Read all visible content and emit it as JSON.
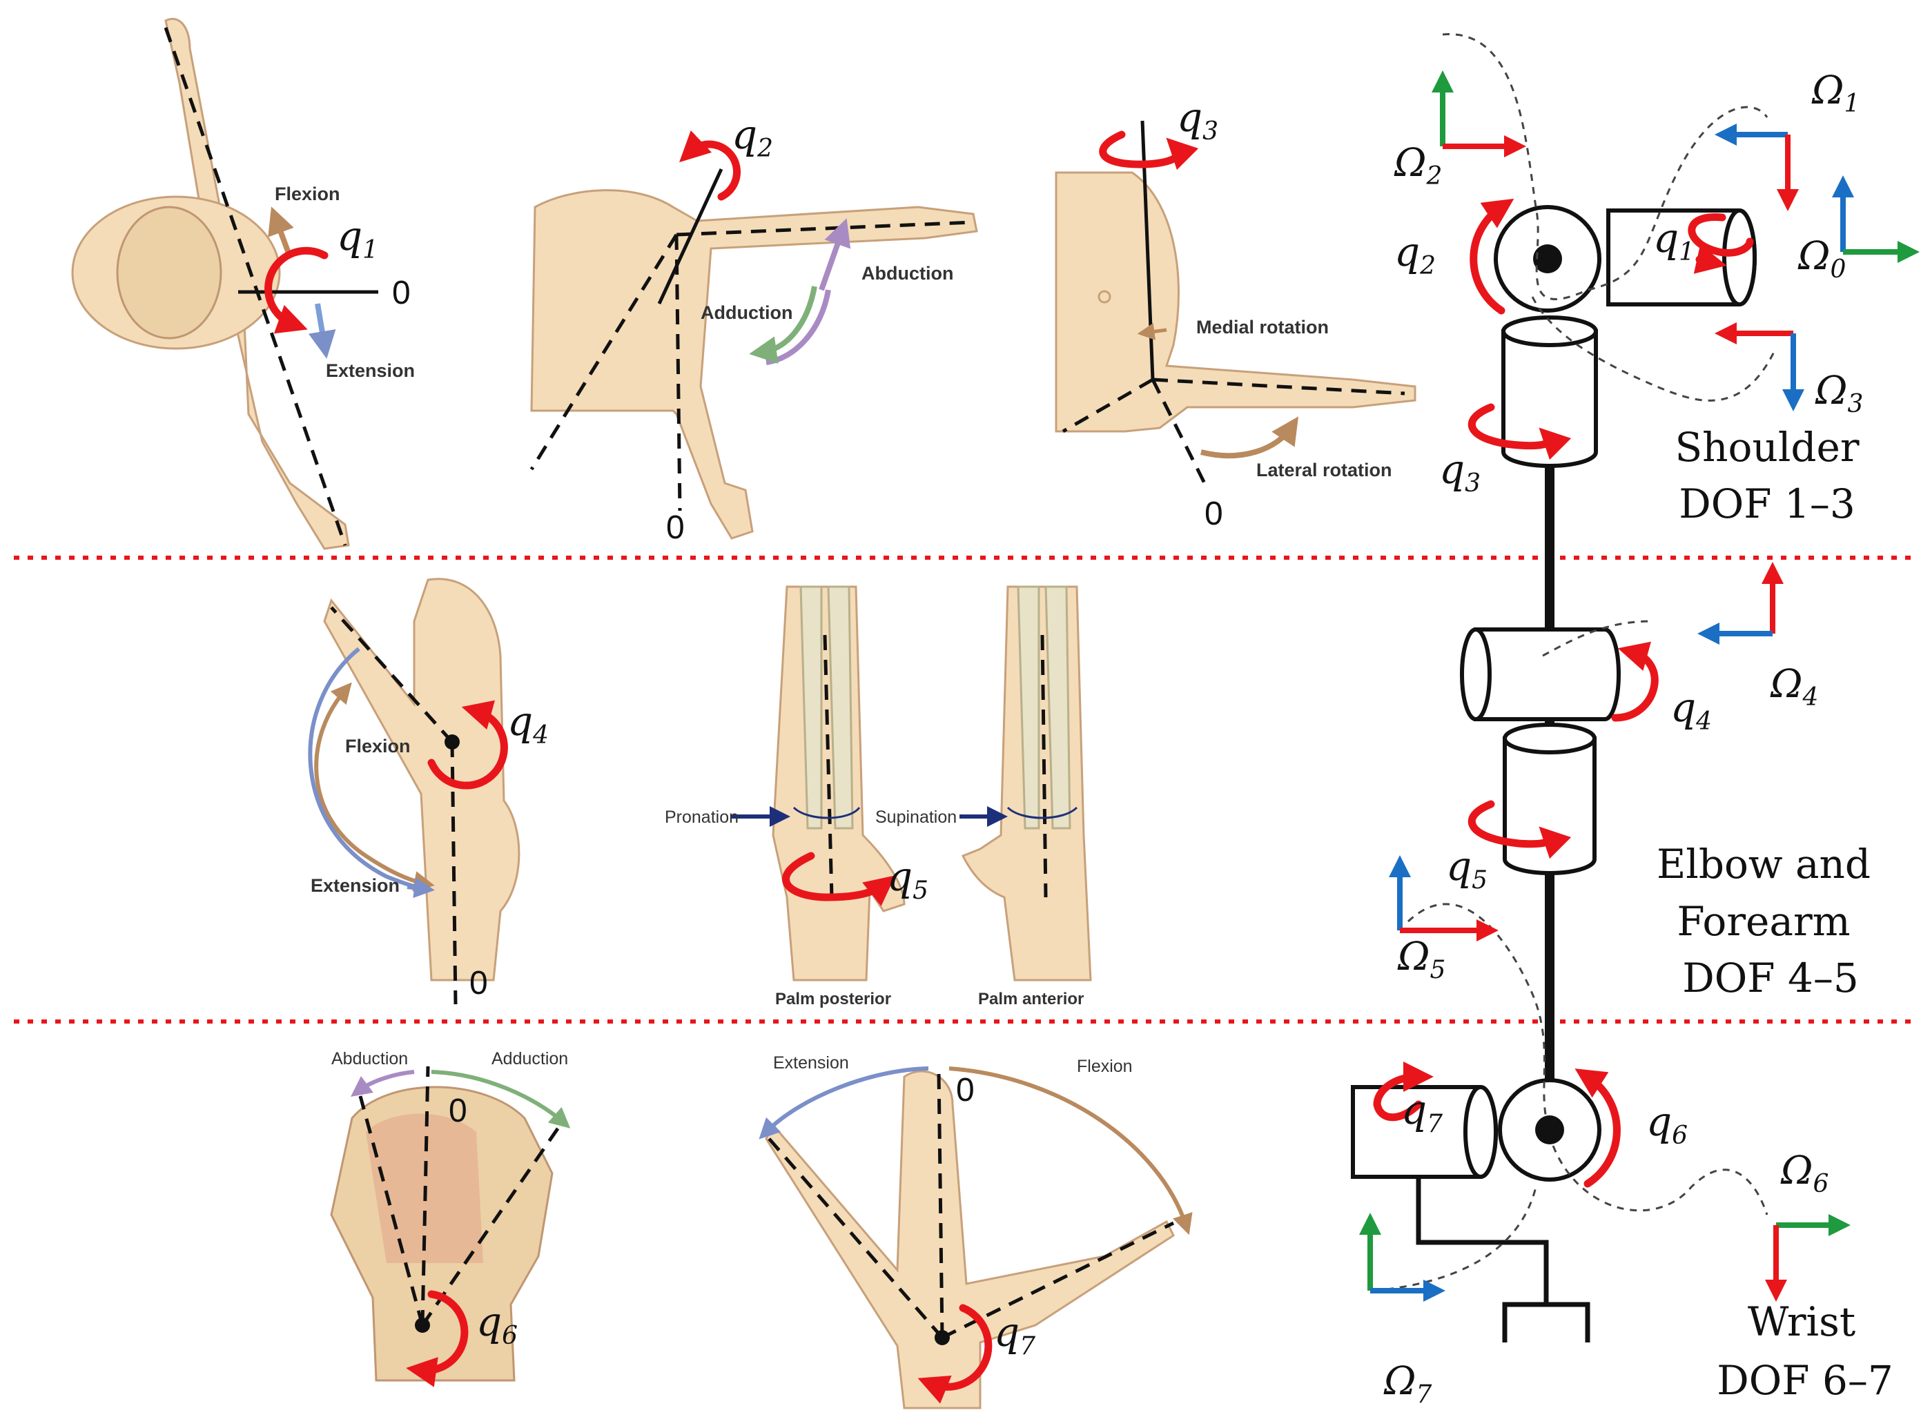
{
  "shoulder": {
    "flexion": "Flexion",
    "extension": "Extension",
    "adduction": "Adduction",
    "abduction": "Abduction",
    "medial_rotation": "Medial rotation",
    "lateral_rotation": "Lateral rotation"
  },
  "elbow": {
    "flexion": "Flexion",
    "extension": "Extension",
    "pronation": "Pronation",
    "supination": "Supination",
    "palm_posterior": "Palm posterior",
    "palm_anterior": "Palm anterior"
  },
  "wrist": {
    "abduction": "Abduction",
    "adduction": "Adduction",
    "extension": "Extension",
    "flexion": "Flexion"
  },
  "zero_label": "0",
  "joints": {
    "q_symbol": "q",
    "q1": "1",
    "q2": "2",
    "q3": "3",
    "q4": "4",
    "q5": "5",
    "q6": "6",
    "q7": "7"
  },
  "frames": {
    "omega_symbol": "Ω",
    "o0": "0",
    "o1": "1",
    "o2": "2",
    "o3": "3",
    "o4": "4",
    "o5": "5",
    "o6": "6",
    "o7": "7"
  },
  "sections": {
    "shoulder_line1": "Shoulder",
    "shoulder_line2": "DOF 1–3",
    "elbow_line1": "Elbow and",
    "elbow_line2": "Forearm",
    "elbow_line3": "DOF 4–5",
    "wrist_line1": "Wrist",
    "wrist_line2": "DOF 6–7"
  },
  "colors": {
    "joint_arrow": "#e8161b",
    "axis_x": "#e8161b",
    "axis_y": "#1f9a3e",
    "axis_z": "#1a6fc4",
    "separator": "#e8161b"
  }
}
